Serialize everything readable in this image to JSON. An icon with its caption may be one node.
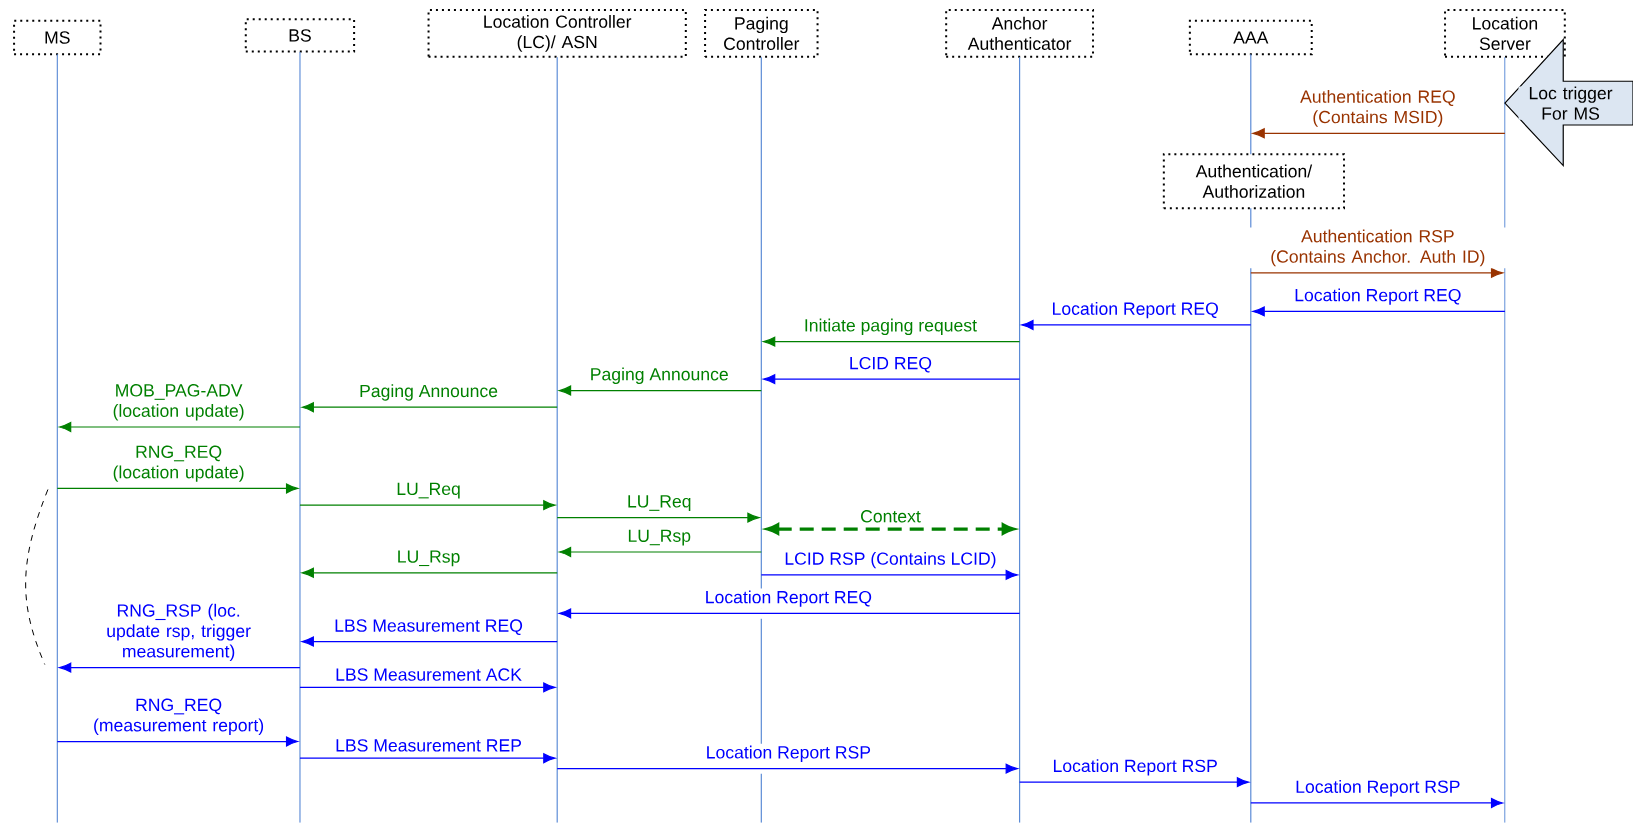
{
  "diagram": {
    "nodes": [
      {
        "text": [
          "MS"
        ]
      },
      {
        "text": [
          "BS"
        ]
      },
      {
        "text": [
          "Location Controller (LC)/ ASN"
        ]
      },
      {
        "text": [
          "Paging Controller"
        ]
      },
      {
        "text": [
          "Anchor Authenticator"
        ]
      },
      {
        "text": [
          "AAA"
        ]
      },
      {
        "text": [
          "Location Server"
        ]
      },
      {
        "text": [
          "Authentication/ Authorization"
        ]
      },
      {
        "text": [],
        "shape": "line"
      },
      {
        "text": [],
        "shape": "line"
      },
      {
        "text": [],
        "shape": "line"
      },
      {
        "text": [],
        "shape": "line"
      },
      {
        "text": [],
        "shape": "line"
      },
      {
        "text": [],
        "shape": "line"
      },
      {
        "text": [],
        "shape": "line"
      },
      {
        "text": [],
        "shape": "line"
      }
    ],
    "edges": [
      {
        "from": null,
        "to": 15,
        "arrow": "to",
        "label": "Loc trigger For MS"
      },
      {
        "from": 15,
        "to": 13,
        "arrow": "to",
        "label": "Authentication REQ (Contains MSID)",
        "color": "#993300"
      },
      {
        "from": 14,
        "to": 15,
        "arrow": "to",
        "label": "Authentication RSP (Contains Anchor. Auth ID)",
        "color": "#993300"
      },
      {
        "from": 15,
        "to": 14,
        "arrow": "to",
        "label": "Location Report REQ"
      },
      {
        "from": 14,
        "to": 12,
        "arrow": "to",
        "label": "Location Report REQ"
      },
      {
        "from": 12,
        "to": 11,
        "arrow": "to",
        "label": "Initiate paging request",
        "color": "#008000"
      },
      {
        "from": 12,
        "to": 11,
        "arrow": "to",
        "label": "LCID REQ"
      },
      {
        "from": 11,
        "to": 10,
        "arrow": "to",
        "label": "Paging Announce",
        "color": "#008000"
      },
      {
        "from": 10,
        "to": 9,
        "arrow": "to",
        "label": "Paging Announce",
        "color": "#008000"
      },
      {
        "from": 9,
        "to": 8,
        "arrow": "to",
        "label": "MOB_PAG-ADV (location update)",
        "color": "#008000"
      },
      {
        "from": 8,
        "to": 9,
        "arrow": "to",
        "label": "RNG_REQ (location update)",
        "color": "#008000"
      },
      {
        "from": 9,
        "to": 10,
        "arrow": "to",
        "label": "LU_Req",
        "color": "#008000"
      },
      {
        "from": 10,
        "to": 11,
        "arrow": "to",
        "label": "LU_Req",
        "color": "#008000"
      },
      {
        "from": 11,
        "to": 12,
        "arrow": "both",
        "label": "Context",
        "style": "dashed",
        "color": "#008000"
      },
      {
        "from": 11,
        "to": 10,
        "arrow": "to",
        "label": "LU_Rsp",
        "color": "#008000"
      },
      {
        "from": 10,
        "to": 9,
        "arrow": "to",
        "label": "LU_Rsp",
        "color": "#008000"
      },
      {
        "from": 11,
        "to": 12,
        "arrow": "to",
        "label": "LCID RSP (Contains LCID)"
      },
      {
        "from": 12,
        "to": 10,
        "arrow": "to",
        "label": "Location Report REQ"
      },
      {
        "from": 10,
        "to": 9,
        "arrow": "to",
        "label": "LBS Measurement REQ"
      },
      {
        "from": 9,
        "to": 8,
        "arrow": "to",
        "label": "RNG_RSP (loc. update rsp, trigger measurement)"
      },
      {
        "from": 9,
        "to": 10,
        "arrow": "to",
        "label": "LBS Measurement ACK"
      },
      {
        "from": 8,
        "to": 9,
        "arrow": "to",
        "label": "RNG_REQ (measurement report)"
      },
      {
        "from": 9,
        "to": 10,
        "arrow": "to",
        "label": "LBS Measurement REP"
      },
      {
        "from": 10,
        "to": 12,
        "arrow": "to",
        "label": "Location Report RSP"
      },
      {
        "from": 12,
        "to": 14,
        "arrow": "to",
        "label": "Location Report RSP"
      },
      {
        "from": 14,
        "to": 15,
        "arrow": "to",
        "label": "Location Report RSP"
      }
    ]
  }
}
